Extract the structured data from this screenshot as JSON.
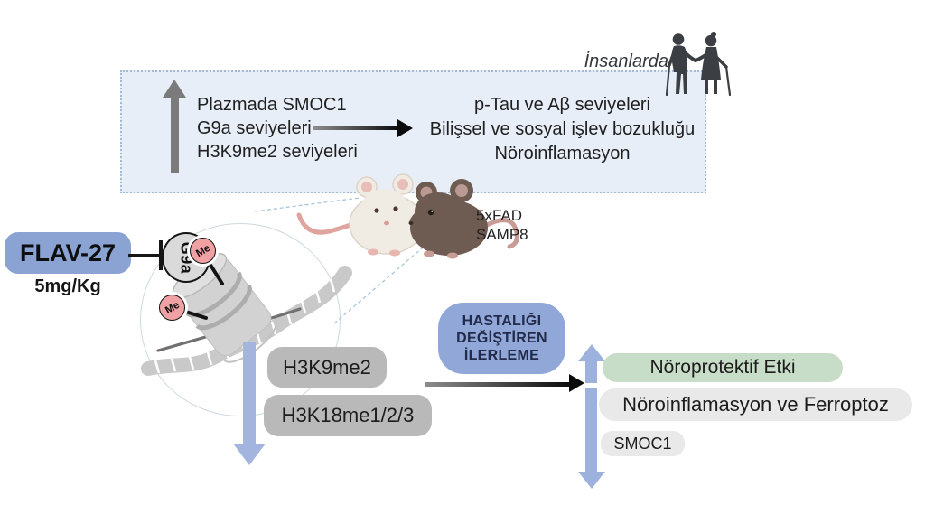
{
  "top_box": {
    "left_lines": [
      "Plazmada SMOC1",
      "G9a seviyeleri",
      "H3K9me2 seviyeleri"
    ],
    "right_lines": [
      "p-Tau ve Aβ seviyeleri",
      "Bilişsel ve sosyal işlev bozukluğu",
      "Nöroinflamasyon"
    ]
  },
  "humans_label": "İnsanlarda",
  "mouse_models": {
    "model1": "5xFAD",
    "model2": "SAMP8"
  },
  "drug": {
    "name": "FLAV-27",
    "dose": "5mg/Kg"
  },
  "enzyme_label": "G9a",
  "methyl_label": "Me",
  "histone_marks": {
    "mark1": "H3K9me2",
    "mark2": "H3K18me1/2/3"
  },
  "progression_lines": [
    "HASTALIĞI",
    "DEĞİŞTİREN",
    "İLERLEME"
  ],
  "outcomes": {
    "protective": "Nöroprotektif Etki",
    "inflammation": "Nöroinflamasyon ve Ferroptoz",
    "marker": "SMOC1"
  },
  "colors": {
    "accent_blue": "#8ba3d3",
    "arrow_blue": "#a3b5de",
    "top_box_bg": "#e8eef8",
    "gray_box": "#b9b9b9",
    "light_gray_box": "#e9e9e9",
    "green_box": "#c7ddc7",
    "methyl_pink": "#efa1a3"
  }
}
